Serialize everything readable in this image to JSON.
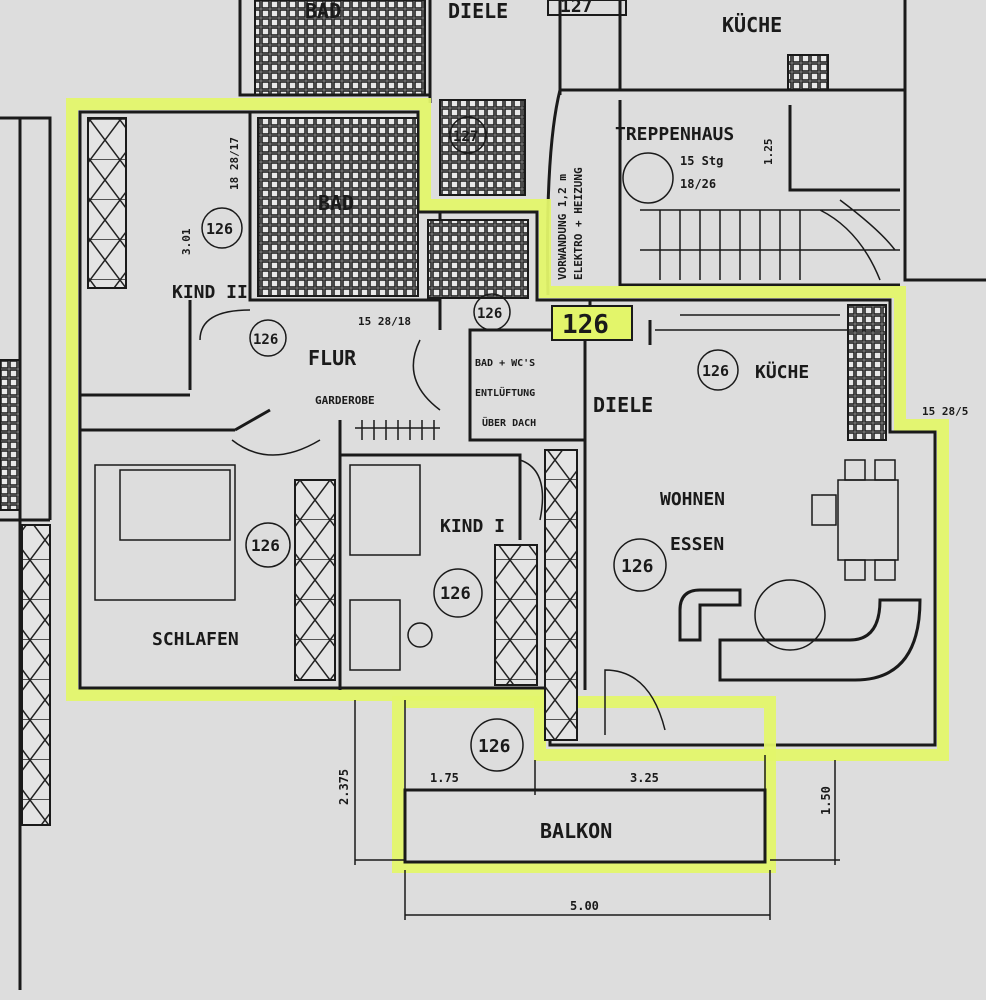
{
  "plan": {
    "highlight_color": "#e3f56a",
    "unit_number": "126",
    "rooms": {
      "bad_top": "BAD",
      "diele_top": "DIELE",
      "unit_127": "127",
      "kueche_top": "KÜCHE",
      "treppenhaus": "TREPPENHAUS",
      "stair_steps": "15 Stg",
      "stair_ratio": "18/26",
      "stair_width": "1.25",
      "vorwand": "VORWANDUNG 1,2 m",
      "elektro": "ELEKTRO + HEIZUNG",
      "bad": "BAD",
      "kind2": "KIND II",
      "flur": "FLUR",
      "garderobe": "GARDEROBE",
      "entl1": "BAD + WC'S",
      "entl2": "ENTLÜFTUNG",
      "entl3": "ÜBER DACH",
      "diele": "DIELE",
      "kueche": "KÜCHE",
      "wohnen": "WOHNEN",
      "essen": "ESSEN",
      "kind1": "KIND I",
      "schlafen": "SCHLAFEN",
      "balkon": "BALKON"
    },
    "dimensions": {
      "d1": "1.75",
      "d2": "3.25",
      "d3": "1.50",
      "d4": "2.375",
      "d5": "5.00",
      "d6": "3.01",
      "d7": "15 28/18",
      "d8": "18 28/17",
      "d9": "15 28/5"
    },
    "circle_label": "126",
    "circle_label_top": "127"
  }
}
